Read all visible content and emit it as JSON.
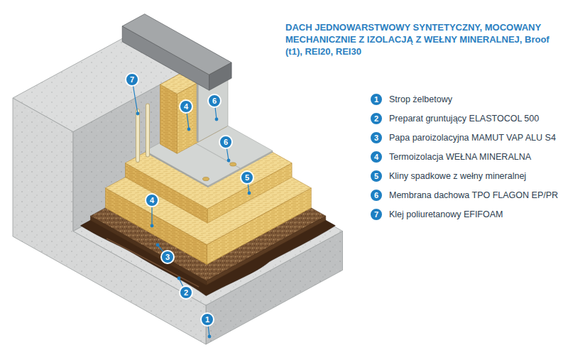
{
  "diagram": {
    "title": "DACH JEDNOWARSTWOWY SYNTETYCZNY, MOCOWANY MECHANICZNIE Z IZOLACJĄ Z WEŁNY MINERALNEJ, Broof (t1), REI20, REI30",
    "labels": [
      "7",
      "4",
      "6",
      "6",
      "5",
      "4",
      "3",
      "2",
      "1",
      "1",
      "2",
      "3",
      "4",
      "5",
      "6",
      "7"
    ],
    "legend": [
      {
        "text": "Strop żelbetowy"
      },
      {
        "text": "Preparat gruntujący ELASTOCOL 500"
      },
      {
        "text": "Papa paroizolacyjna MAMUT VAP ALU S4"
      },
      {
        "text": "Termoizolacja WEŁNA MINERALNA"
      },
      {
        "text": "Kliny spadkowe z wełny mineralnej"
      },
      {
        "text": "Membrana dachowa TPO FLAGON EP/PR"
      },
      {
        "text": "Klej poliuretanowy EFIFOAM"
      }
    ]
  }
}
